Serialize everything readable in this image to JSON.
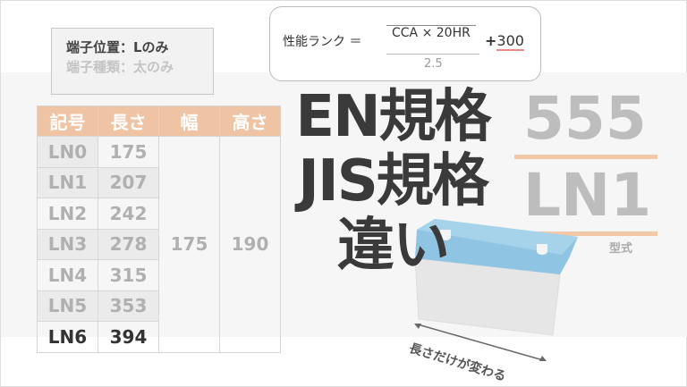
{
  "note": {
    "line1": "端子位置：Lのみ",
    "line2": "端子種類：太のみ"
  },
  "formula": {
    "lhs": "性能ランク ＝",
    "numerator": "CCA × 20HR",
    "denominator": "2.5",
    "plus": "+",
    "constant": "300"
  },
  "table": {
    "headers": [
      "記号",
      "長さ",
      "幅",
      "高さ"
    ],
    "rows": [
      [
        "LN0",
        "175"
      ],
      [
        "LN1",
        "207"
      ],
      [
        "LN2",
        "242"
      ],
      [
        "LN3",
        "278"
      ],
      [
        "LN4",
        "315"
      ],
      [
        "LN5",
        "353"
      ],
      [
        "LN6",
        "394"
      ]
    ],
    "width": "175",
    "height": "190"
  },
  "example": {
    "rank": "555",
    "model": "LN1",
    "model_label": "型式"
  },
  "title": {
    "line1": "EN規格",
    "line2": "JIS規格",
    "line3": "違い"
  },
  "caption": "長さだけが変わる",
  "colors": {
    "accent": "#efc4a4",
    "battery_lid": "#8fc4e2"
  }
}
